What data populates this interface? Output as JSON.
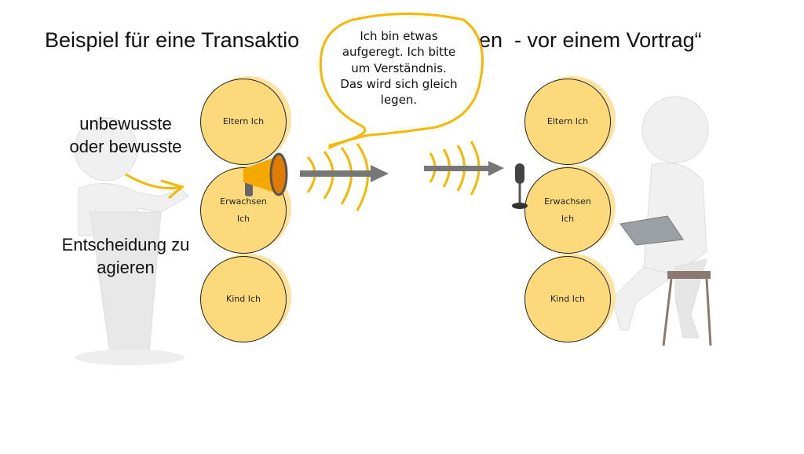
{
  "slide": {
    "title_part1": "Beispiel für eine Transaktio",
    "title_part2": "en  - vor einem Vortrag“",
    "left_label_top": [
      "unbewusste",
      "oder bewusste"
    ],
    "left_label_bottom": [
      "Entscheidung zu",
      "agieren"
    ],
    "speech_bubble": [
      "Ich bin etwas",
      "aufgeregt. Ich bitte",
      "um Verständnis.",
      "Das wird sich gleich",
      "legen."
    ],
    "sender_states": {
      "parent": "Eltern Ich",
      "adult": [
        "Erwachsen",
        "Ich"
      ],
      "child": "Kind Ich"
    },
    "receiver_states": {
      "parent": "Eltern Ich",
      "adult": [
        "Erwachsen",
        "Ich"
      ],
      "child": "Kind Ich"
    }
  },
  "colors": {
    "accent": "#f5b800",
    "circle": "#fcd97a",
    "arrow": "#777777"
  }
}
